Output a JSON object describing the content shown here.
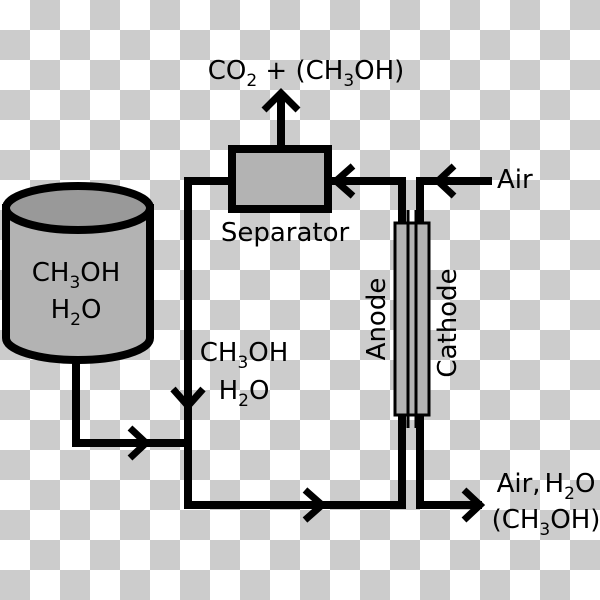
{
  "diagram": {
    "tank": {
      "line1": {
        "main": "CH",
        "sub": "3",
        "rest": "OH"
      },
      "line2": {
        "main": "H",
        "sub": "2",
        "rest": "O"
      }
    },
    "feed_label": {
      "line1": {
        "main": "CH",
        "sub": "3",
        "rest": "OH"
      },
      "line2": {
        "main": "H",
        "sub": "2",
        "rest": "O"
      }
    },
    "separator_label": "Separator",
    "separator_output": {
      "a": "CO",
      "sub1": "2",
      "b": " + (CH",
      "sub2": "3",
      "c": "OH)"
    },
    "air_in_label": "Air",
    "anode_label": "Anode",
    "cathode_label": "Cathode",
    "exhaust": {
      "line1": {
        "a": "Air,",
        "b": "H",
        "sub": "2",
        "c": "O"
      },
      "line2": {
        "a": "(CH",
        "sub": "3",
        "b": "OH)"
      }
    },
    "colors": {
      "tank_fill": "#b3b3b3",
      "tank_top": "#999999",
      "separator_fill": "#b3b3b3",
      "cell_fill": "#b3b3b3",
      "line": "#000000"
    }
  }
}
